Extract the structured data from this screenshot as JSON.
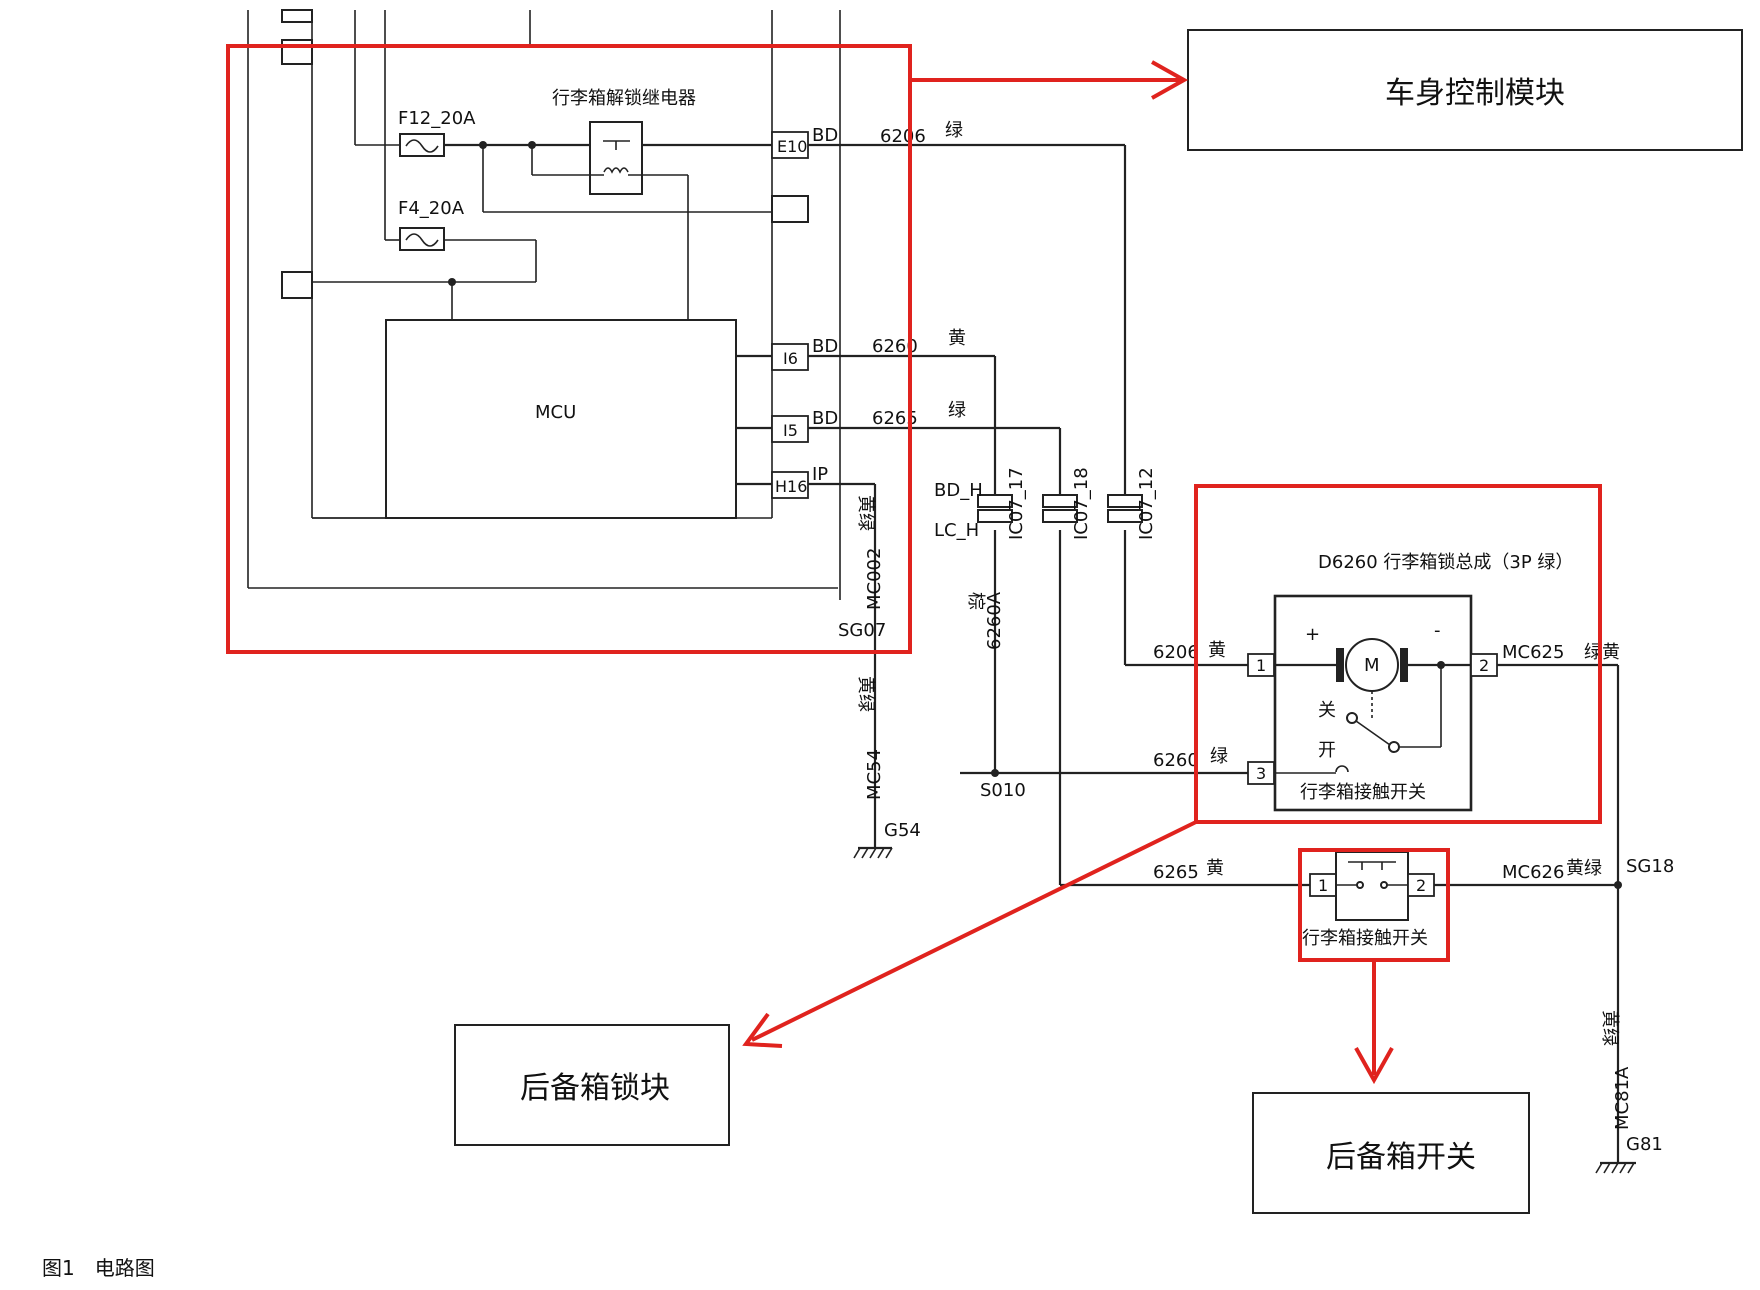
{
  "modules": {
    "body_control": "车身控制模块",
    "trunk_lock_block": "后备箱锁块",
    "trunk_switch": "后备箱开关"
  },
  "relay": {
    "label": "行李箱解锁继电器"
  },
  "fuses": {
    "f12": "F12_20A",
    "f4": "F4_20A"
  },
  "mcu": {
    "label": "MCU"
  },
  "pins": {
    "e10": "E10",
    "i6": "I6",
    "i5": "I5",
    "h16": "H16",
    "bd1": "BD",
    "bd2": "BD",
    "bd3": "BD",
    "ip": "IP"
  },
  "wires": {
    "w6206_top": "6206",
    "w6260_top": "6260",
    "w6265_top": "6265",
    "w6206_mid": "6206",
    "w6260_mid": "6260",
    "w6265_low": "6265",
    "w6260a": "6260A",
    "mc002": "MC002",
    "mc54": "MC54",
    "mc625": "MC625",
    "mc626": "MC626",
    "mc81a": "MC81A"
  },
  "colors": {
    "green1": "绿",
    "yellow1": "黄",
    "green2": "绿",
    "yellow_green1": "黄绿",
    "brown": "棕",
    "yellow_green2": "黄绿",
    "yellow2": "黄",
    "green3": "绿",
    "green_yellow": "绿黄",
    "yellow3": "黄",
    "yellow_green3": "黄绿",
    "yellow_green4": "黄绿"
  },
  "connectors": {
    "ic07_17": "IC07_17",
    "ic07_18": "IC07_18",
    "ic07_12": "IC07_12",
    "bd_h": "BD_H",
    "lc_h": "LC_H"
  },
  "grounds": {
    "sg07": "SG07",
    "g54": "G54",
    "s010": "S010",
    "sg18": "SG18",
    "g81": "G81"
  },
  "lock_assembly": {
    "title": "D6260 行李箱锁总成（3P 绿）",
    "motor": "M",
    "plus": "+",
    "minus": "-",
    "closed": "关",
    "open": "开",
    "switch_label": "行李箱接触开关",
    "pin1": "1",
    "pin2": "2",
    "pin3": "3"
  },
  "contact_switch": {
    "label": "行李箱接触开关",
    "pin1": "1",
    "pin2": "2"
  },
  "caption": "图1　电路图"
}
